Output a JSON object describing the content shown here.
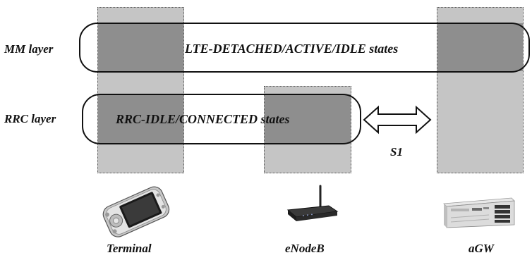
{
  "diagram": {
    "layers": [
      {
        "label": "MM layer"
      },
      {
        "label": "RRC layer"
      }
    ],
    "states": {
      "mm": "LTE-DETACHED/ACTIVE/IDLE states",
      "rrc": "RRC-IDLE/CONNECTED  states"
    },
    "interface": {
      "label": "S1"
    },
    "nodes": [
      {
        "label": "Terminal",
        "icon": "mobile-phone-icon"
      },
      {
        "label": "eNodeB",
        "icon": "router-icon"
      },
      {
        "label": "aGW",
        "icon": "server-icon"
      }
    ],
    "colors": {
      "column_fill": "#c5c5c5",
      "overlap_fill": "#8e8e8e",
      "outline": "#111111"
    }
  }
}
